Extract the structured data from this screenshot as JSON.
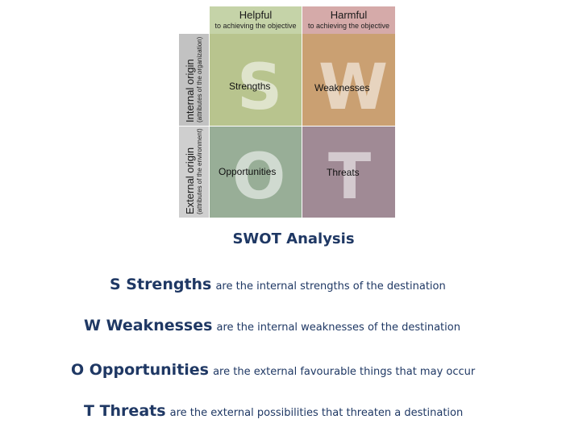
{
  "matrix": {
    "col_helpful": {
      "title": "Helpful",
      "sub": "to achieving the objective",
      "color": "#c5d3a8"
    },
    "col_harmful": {
      "title": "Harmful",
      "sub": "to achieving the objective",
      "color": "#d5aaa9"
    },
    "row_internal": {
      "title": "Internal origin",
      "sub": "(attributes of the organization)"
    },
    "row_external": {
      "title": "External origin",
      "sub": "(attributes of the environment)"
    },
    "quadrants": {
      "s": {
        "letter": "S",
        "label": "Strengths",
        "color": "#b8c48e"
      },
      "w": {
        "letter": "W",
        "label": "Weaknesses",
        "color": "#caa072"
      },
      "o": {
        "letter": "O",
        "label": "Opportunities",
        "color": "#98ae97"
      },
      "t": {
        "letter": "T",
        "label": "Threats",
        "color": "#a08a95"
      }
    }
  },
  "title": "SWOT Analysis",
  "lines": [
    {
      "key": "S Strengths",
      "desc": "are the internal strengths of the destination"
    },
    {
      "key": "W Weaknesses",
      "desc": "are the internal weaknesses of the destination"
    },
    {
      "key": "O Opportunities",
      "desc": "are the external favourable things that may occur"
    },
    {
      "key": "T Threats",
      "desc": "are the external possibilities that threaten a destination"
    }
  ]
}
